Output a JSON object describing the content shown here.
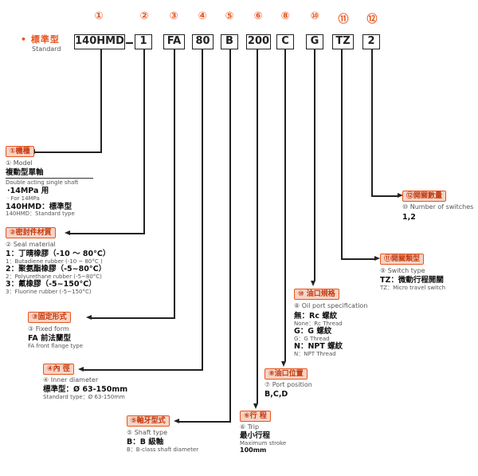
{
  "header": {
    "numbers": [
      "①",
      "②",
      "③",
      "④",
      "⑤",
      "⑥",
      "⑧",
      "⑩",
      "⑪",
      "⑫"
    ],
    "standard_label": "• 標準型",
    "standard_sub": "Standard",
    "codes": [
      "140HMD",
      "1",
      "FA",
      "80",
      "B",
      "200",
      "C",
      "G",
      "TZ",
      "2"
    ],
    "dash": "-"
  },
  "model": {
    "tag": "①機種",
    "title_en": "① Model",
    "type_zh": "複動型單軸",
    "type_en": "Double acting single shaft",
    "use_zh": "·14MPa 用",
    "use_en": "· For 14MPa",
    "code_line": "140HMD：標準型",
    "code_line_en": "140HMD：Standard type"
  },
  "seal": {
    "tag": "②密封件材質",
    "title_en": "② Seal material",
    "items": [
      {
        "zh": "1：丁晴橡膠（-10 ～ 80°C）",
        "en": "1：Butadiene rubber (-10 ~ 80°C )"
      },
      {
        "zh": "2：聚氨酯橡膠（-5~80°C）",
        "en": "2：Polyurethane rubber (-5~80°C)"
      },
      {
        "zh": "3：氟橡膠（-5~150°C）",
        "en": "3：Fluorine rubber (-5~150°C)"
      }
    ]
  },
  "fixed": {
    "tag": "③固定形式",
    "title_en": "③ Fixed form",
    "line_zh": "FA 前法蘭型",
    "line_en": "FA front flange type"
  },
  "inner": {
    "tag": "④內 徑",
    "title_en": "④ Inner diameter",
    "line_zh": "標準型：Ø 63-150mm",
    "line_en": "Standard type：Ø 63-150mm"
  },
  "shaft": {
    "tag": "⑤軸牙型式",
    "title_en": "⑤ Shaft type",
    "line_zh": "B：B 級軸",
    "line_en": "B：B-class shaft diameter"
  },
  "trip": {
    "tag": "⑥行 程",
    "title_en": "⑥ Trip",
    "line_zh": "最小行程",
    "line_en": "Maximum stroke",
    "value": "100mm"
  },
  "port_pos": {
    "tag": "⑧油口位置",
    "title_en": "⑦ Port position",
    "value": "B,C,D"
  },
  "port_spec": {
    "tag": "⑩ 油口規格",
    "title_en": "⑧ Oil port specification",
    "items": [
      {
        "zh": "無：Rc 螺紋",
        "en": "None：Rc Thread"
      },
      {
        "zh": "G：G 螺紋",
        "en": "G：G Thread"
      },
      {
        "zh": "N：NPT 螺紋",
        "en": "N：NPT Thread"
      }
    ]
  },
  "switch_type": {
    "tag": "⑪開關類型",
    "title_en": "⑨ Switch type",
    "line_zh": "TZ：微動行程開關",
    "line_en": "TZ：Micro travel switch"
  },
  "switch_num": {
    "tag": "⑫開關數量",
    "title_en": "⑩ Number of switches",
    "value": "1,2"
  },
  "colors": {
    "accent": "#e8551f",
    "tag_bg": "#f6d3c5",
    "line": "#222222"
  }
}
